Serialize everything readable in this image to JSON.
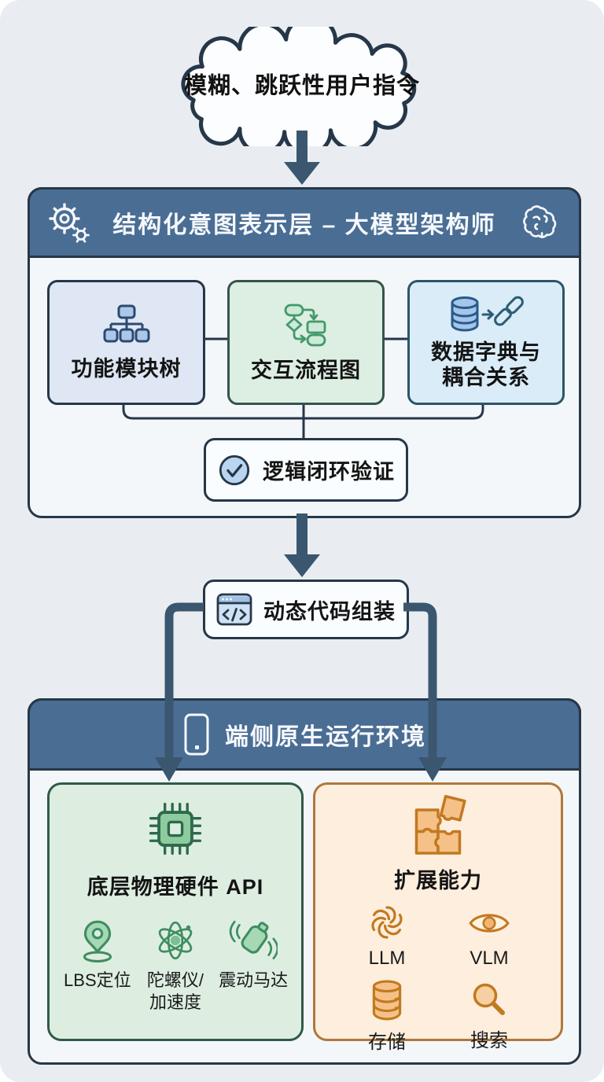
{
  "colors": {
    "page_bg": "#e9edf2",
    "header_blue": "#4a6d94",
    "outline_navy": "#263749",
    "arrow_steel": "#3a576f",
    "module_blue_bg": "#dee7f3",
    "flow_green_bg": "#ddeee3",
    "data_blue_bg": "#d9ecf8",
    "hardware_green_bg": "#ddeee1",
    "hardware_green_border": "#2e5b49",
    "extension_orange_bg": "#fdeedd",
    "extension_orange_border": "#b0773b",
    "green_icon_stroke": "#3f8d61",
    "orange_icon_stroke": "#c2791f"
  },
  "cloud": {
    "label": "模糊、跳跃性用户指令",
    "icon": "cloud-shape"
  },
  "intent_layer": {
    "title": "结构化意图表示层 – 大模型架构师",
    "left_icon": "gears-icon",
    "right_icon": "brain-icon",
    "boxes": [
      {
        "label": "功能模块树",
        "icon": "module-tree-icon"
      },
      {
        "label": "交互流程图",
        "icon": "flowchart-icon"
      },
      {
        "label_lines": [
          "数据字典与",
          "耦合关系"
        ],
        "icon": "database-link-icon"
      }
    ],
    "verify": {
      "label": "逻辑闭环验证",
      "icon": "check-circle-icon"
    }
  },
  "assembly": {
    "label": "动态代码组装",
    "icon": "code-window-icon"
  },
  "runtime": {
    "title": "端侧原生运行环境",
    "icon": "smartphone-icon",
    "hardware_panel": {
      "title": "底层物理硬件 API",
      "icon": "chip-icon",
      "items": [
        {
          "label": "LBS定位",
          "icon": "location-pin-icon"
        },
        {
          "label_lines": [
            "陀螺仪/",
            "加速度"
          ],
          "icon": "gyroscope-atom-icon"
        },
        {
          "label": "震动马达",
          "icon": "vibration-motor-icon"
        }
      ]
    },
    "extension_panel": {
      "title": "扩展能力",
      "icon": "puzzle-icon",
      "items": [
        {
          "label": "LLM",
          "icon": "llm-knot-icon"
        },
        {
          "label": "VLM",
          "icon": "eye-icon"
        },
        {
          "label": "存储",
          "icon": "storage-database-icon"
        },
        {
          "label": "搜索",
          "icon": "search-magnifier-icon"
        }
      ]
    }
  }
}
